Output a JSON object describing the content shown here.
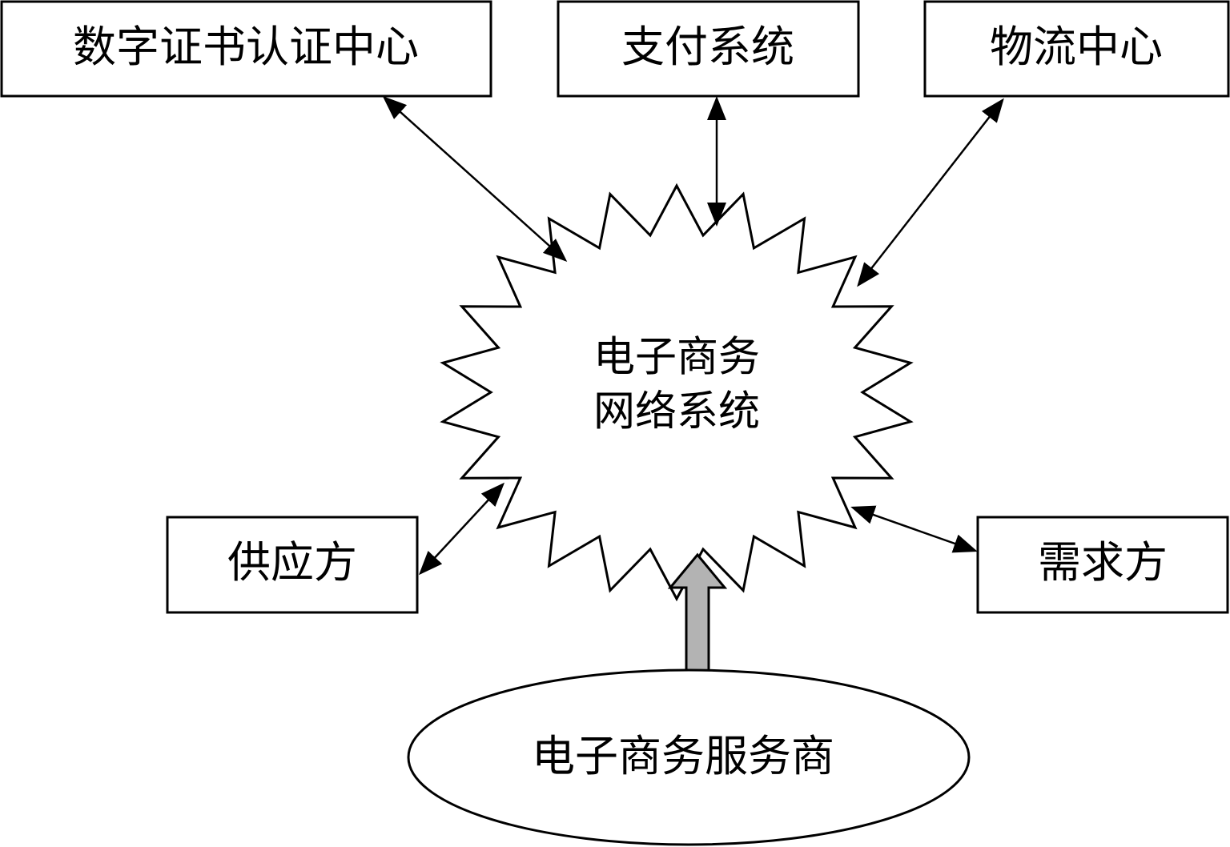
{
  "nodes": {
    "certificate_authority": "数字证书认证中心",
    "payment_system": "支付系统",
    "logistics_center": "物流中心",
    "supplier": "供应方",
    "demander": "需求方",
    "service_provider": "电子商务服务商"
  },
  "center": {
    "line1": "电子商务",
    "line2": "网络系统"
  },
  "colors": {
    "stroke": "#000000",
    "fill": "#ffffff",
    "provider_arrow": "#b3b3b3"
  }
}
